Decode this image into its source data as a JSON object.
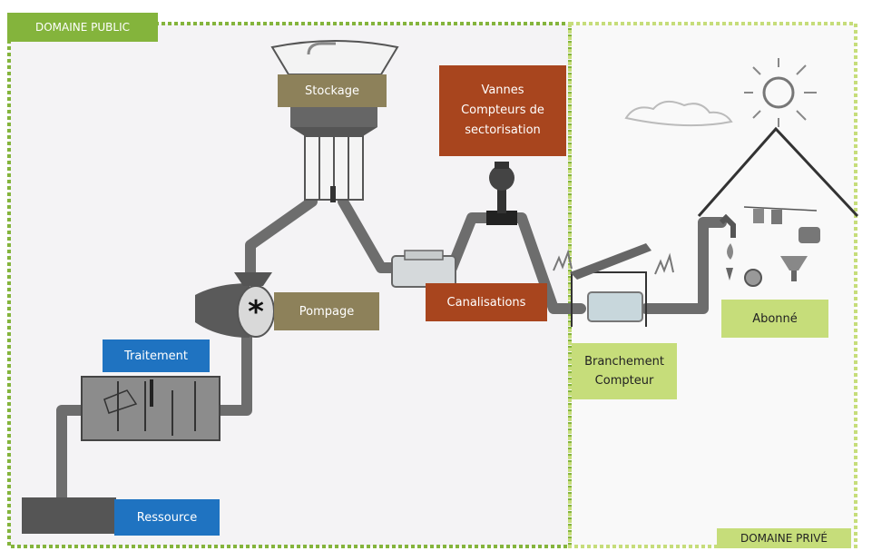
{
  "zones": {
    "public": "DOMAINE PUBLIC",
    "private": "DOMAINE PRIVÉ"
  },
  "labels": {
    "stockage": "Stockage",
    "vannes": "Vannes",
    "compteurs_line1": "Compteurs de",
    "compteurs_line2": "sectorisation",
    "pompage": "Pompage",
    "canalisations": "Canalisations",
    "traitement": "Traitement",
    "ressource": "Ressource",
    "branchement_line1": "Branchement",
    "branchement_line2": "Compteur",
    "abonne": "Abonné"
  },
  "colors": {
    "zone_public": "#84b43c",
    "zone_private": "#c6dd7a",
    "stage_blue": "#1f73c1",
    "stage_olive": "#8d815a",
    "stage_rust": "#a8451e",
    "stage_lime": "#c6dd7a",
    "pipe": "#6d6d6d"
  }
}
